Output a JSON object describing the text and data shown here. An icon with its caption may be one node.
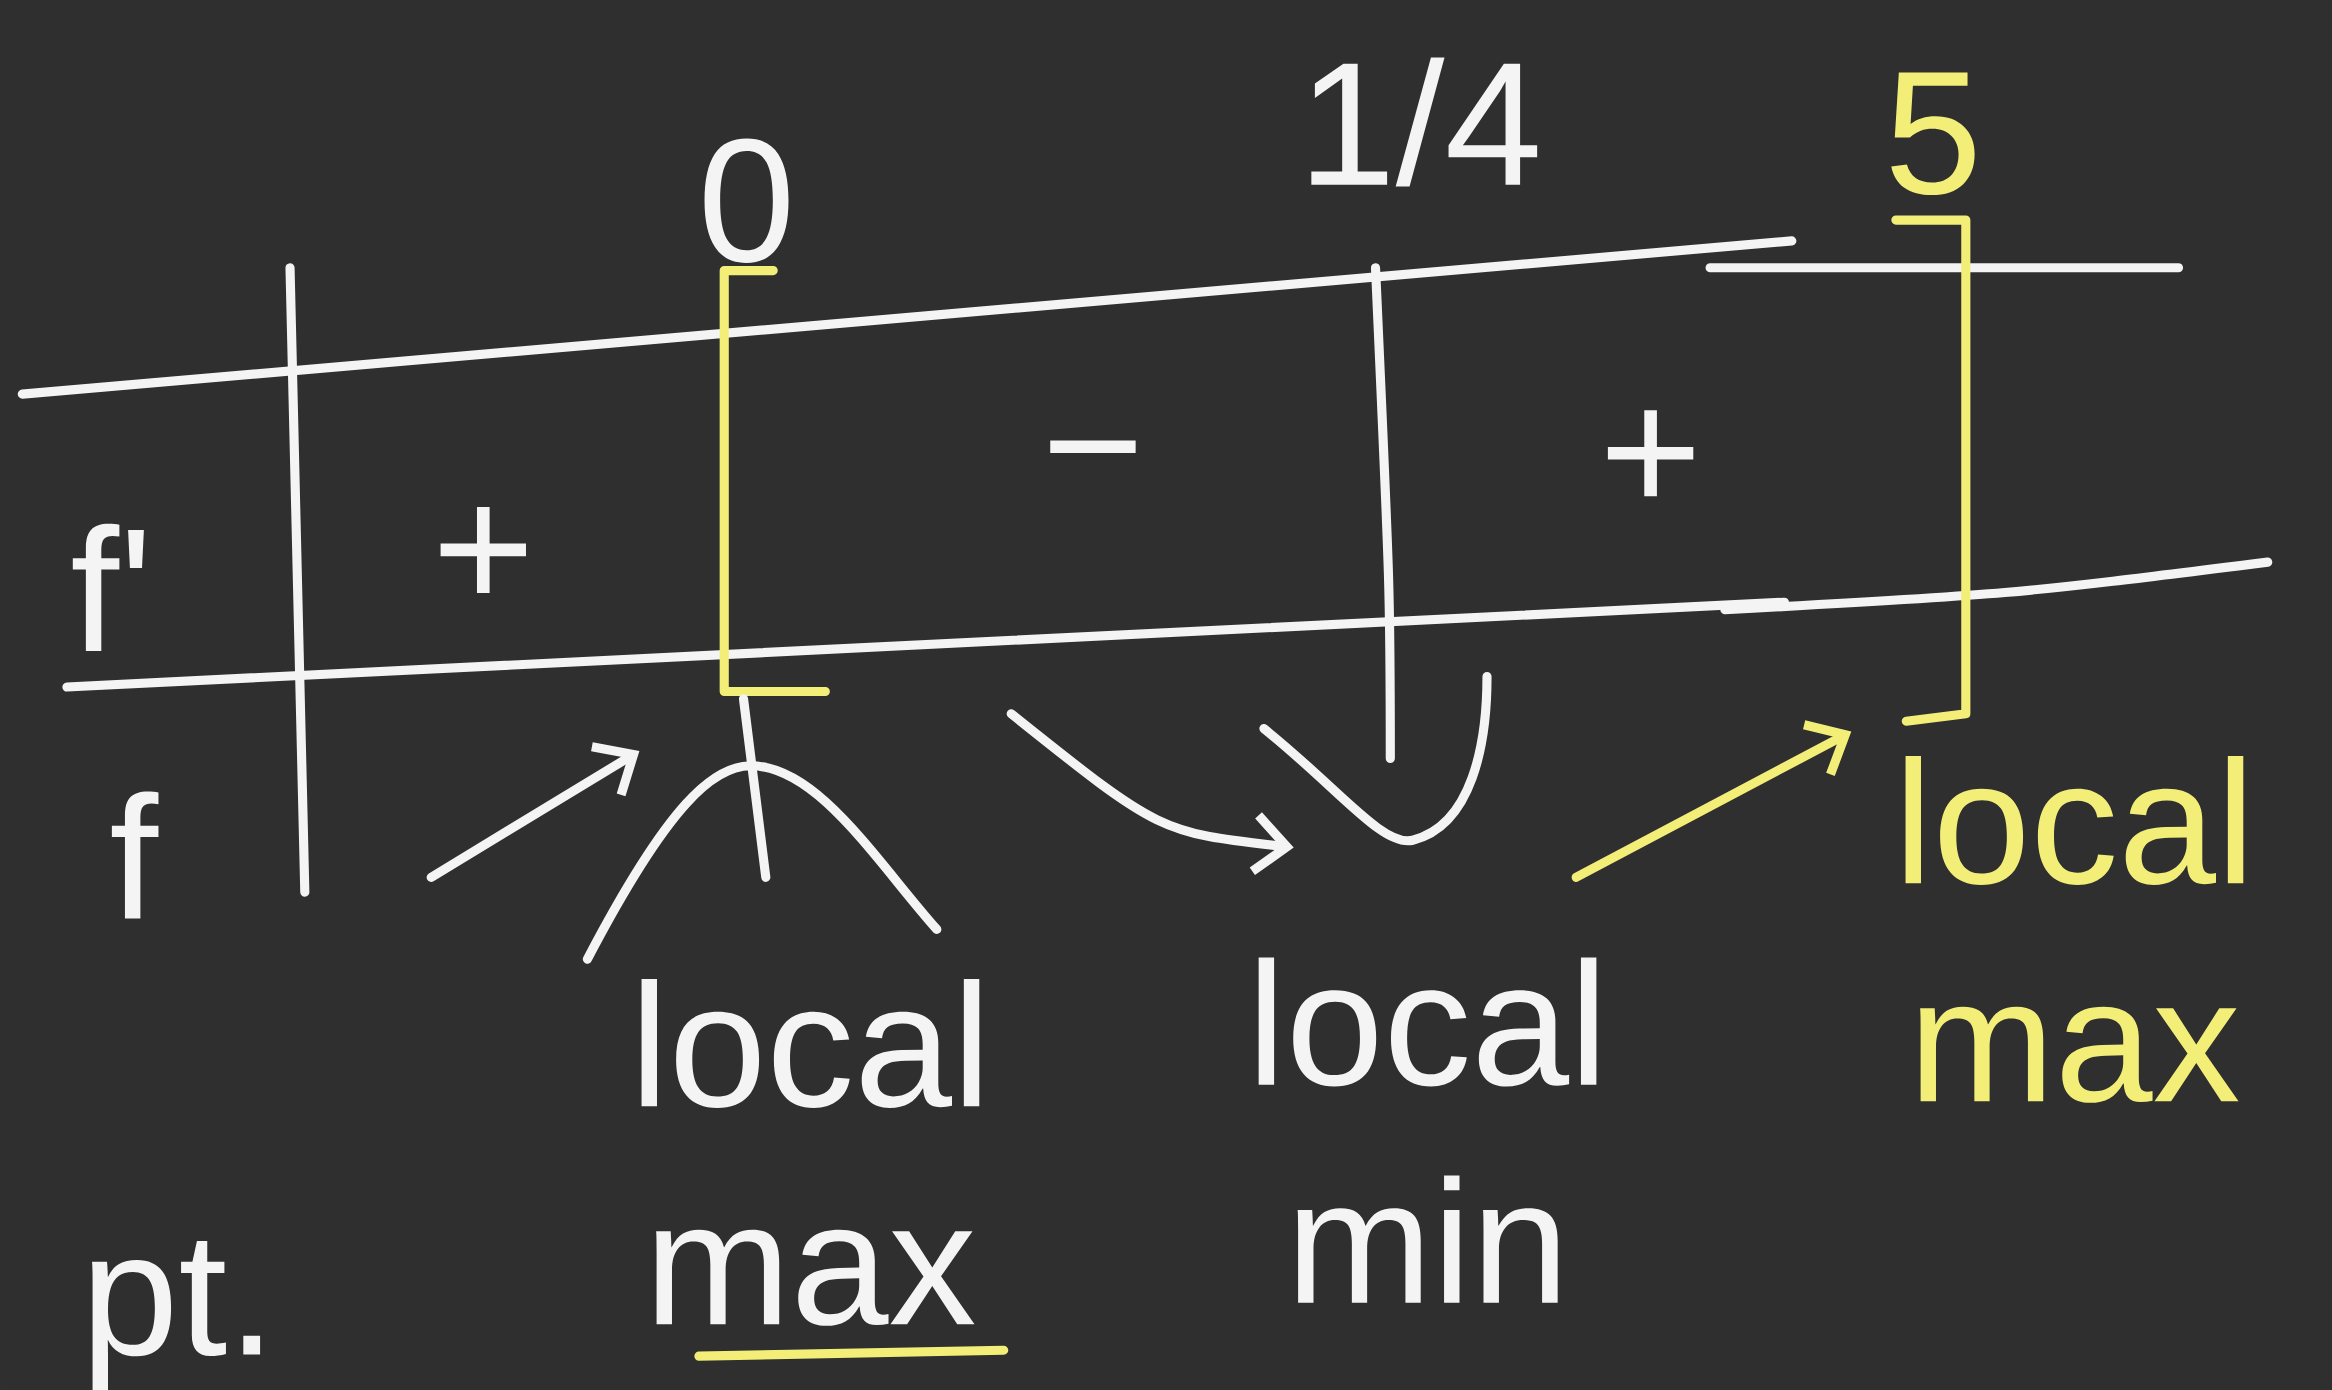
{
  "diagram": {
    "labels": [
      "1/4",
      "5",
      "0",
      "f'",
      "+",
      "−",
      "+",
      "f",
      "local max",
      "local min",
      "local max",
      "pt."
    ]
  }
}
